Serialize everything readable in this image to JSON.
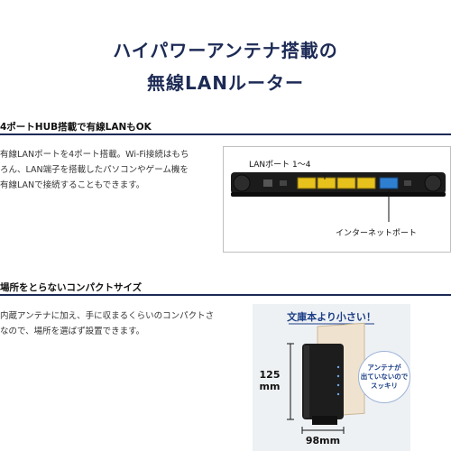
{
  "hero": {
    "line1": "ハイパワーアンテナ搭載の",
    "line2": "無線LANルーター"
  },
  "section1": {
    "title": "4ポートHUB搭載で有線LANもOK",
    "body": [
      "有線LANポートを4ポート搭載。Wi-Fi接続はもち",
      "ろん、LAN端子を搭載したパソコンやゲーム機を",
      "有線LANで接続することもできます。"
    ],
    "lan_label": "LANポート 1〜4",
    "internet_label": "インターネットポート"
  },
  "section2": {
    "title": "場所をとらないコンパクトサイズ",
    "body": [
      "内蔵アンテナに加え、手に収まるくらいのコンパクトさ",
      "なので、場所を選ばず設置できます。"
    ],
    "panel_heading": "文庫本より小さい！",
    "height_value": "125",
    "height_unit": "mm",
    "width_label": "98mm",
    "callout": [
      "アンテナが",
      "出ていないので",
      "スッキリ"
    ]
  },
  "colors": {
    "navy": "#1c2a55",
    "lan_port_yellow": "#e8c21c",
    "internet_port_blue": "#2f7fd0"
  }
}
